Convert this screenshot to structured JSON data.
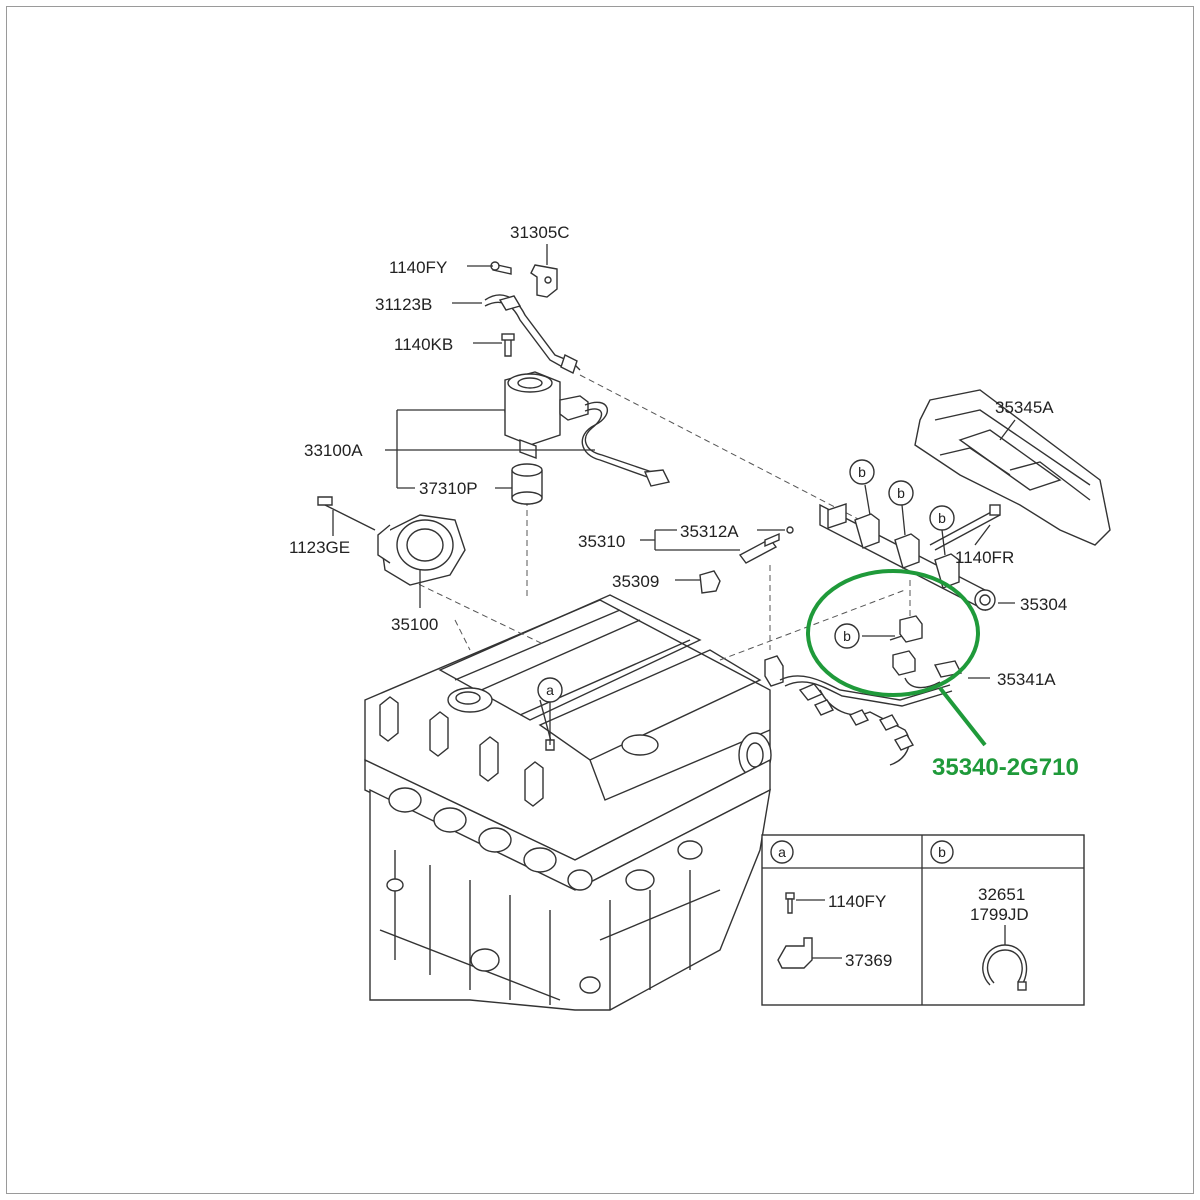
{
  "highlight_color": "#1f9a3a",
  "labels": {
    "p31305C": "31305C",
    "p1140FY_top": "1140FY",
    "p31123B": "31123B",
    "p1140KB": "1140KB",
    "p33100A": "33100A",
    "p37310P": "37310P",
    "p1123GE": "1123GE",
    "p35100": "35100",
    "p35310": "35310",
    "p35312A": "35312A",
    "p35309": "35309",
    "p35345A": "35345A",
    "p1140FR": "1140FR",
    "p35304": "35304",
    "p35341A": "35341A",
    "highlight_part": "35340-2G710"
  },
  "callouts": {
    "a": "a",
    "b": "b"
  },
  "legend": {
    "col_a": {
      "letter": "a",
      "items": [
        "1140FY",
        "37369"
      ]
    },
    "col_b": {
      "letter": "b",
      "items": [
        "32651",
        "1799JD"
      ]
    }
  }
}
